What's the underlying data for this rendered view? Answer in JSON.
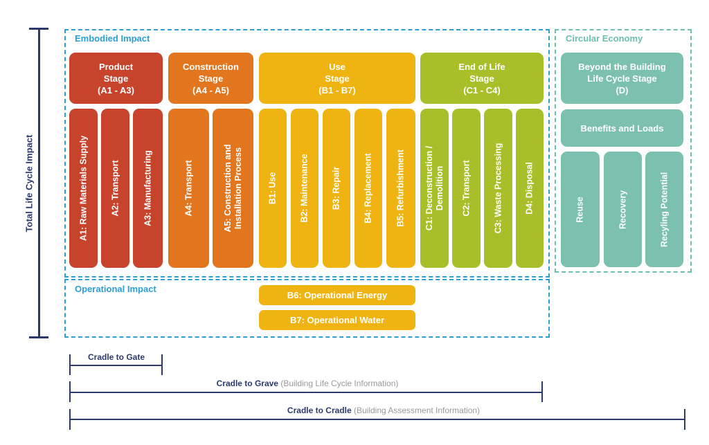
{
  "axis_label": "Total Life Cycle Impact",
  "groups": {
    "embodied": "Embodied Impact",
    "operational": "Operational Impact",
    "circular": "Circular Economy"
  },
  "stages": [
    {
      "title": "Product\nStage\n(A1 - A3)",
      "color": "#c8432c",
      "modules": [
        "A1: Raw Materials Supply",
        "A2: Transport",
        "A3: Manufacturing"
      ]
    },
    {
      "title": "Construction\nStage\n(A4 - A5)",
      "color": "#e2761f",
      "modules": [
        "A4: Transport",
        "A5: Construction and\nInstallation Process"
      ]
    },
    {
      "title": "Use\nStage\n(B1 - B7)",
      "color": "#f0b412",
      "modules": [
        "B1: Use",
        "B2: Maintenance",
        "B3: Repair",
        "B4: Replacement",
        "B5: Refurbishment"
      ]
    },
    {
      "title": "End of Life\nStage\n(C1 - C4)",
      "color": "#a8bf2a",
      "modules": [
        "C1: Deconstruction /\nDemolition",
        "C2: Transport",
        "C3: Waste Processing",
        "D4: Disposal"
      ]
    }
  ],
  "operational": [
    "B6: Operational Energy",
    "B7: Operational Water"
  ],
  "circular": {
    "title": "Beyond the Building\nLife Cycle Stage\n(D)",
    "subtitle": "Benefits and Loads",
    "modules": [
      "Reuse",
      "Recovery",
      "Recyling Potential"
    ],
    "color": "#7cc0b0"
  },
  "ranges": [
    {
      "label": "Cradle to Gate",
      "note": ""
    },
    {
      "label": "Cradle to Grave",
      "note": "(Building Life Cycle Information)"
    },
    {
      "label": "Cradle to Cradle",
      "note": "(Building Assessment Information)"
    }
  ]
}
